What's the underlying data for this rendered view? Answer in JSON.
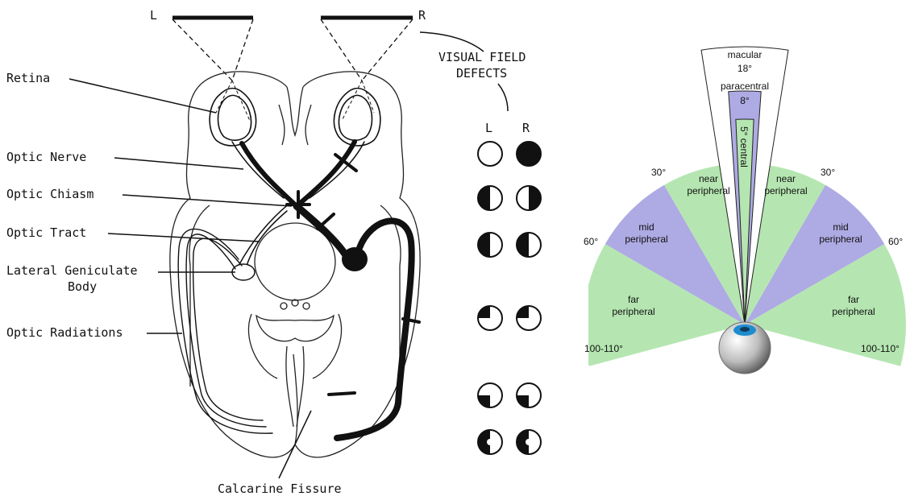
{
  "left_diagram": {
    "eye_labels": {
      "left": "L",
      "right": "R"
    },
    "anatomy_labels": {
      "retina": "Retina",
      "optic_nerve": "Optic Nerve",
      "optic_chiasm": "Optic Chiasm",
      "optic_tract": "Optic Tract",
      "lgb_line1": "Lateral Geniculate",
      "lgb_line2": "Body",
      "optic_radiations": "Optic Radiations",
      "calcarine_fissure": "Calcarine Fissure"
    },
    "defects": {
      "title_line1": "VISUAL FIELD",
      "title_line2": "DEFECTS",
      "col_left": "L",
      "col_right": "R",
      "rows": [
        {
          "left": "none",
          "right": "full"
        },
        {
          "left": "left-half",
          "right": "right-half"
        },
        {
          "left": "left-half",
          "right": "left-half"
        },
        {
          "left": "upper-left-quadrant",
          "right": "upper-left-quadrant"
        },
        {
          "left": "lower-left-quadrant",
          "right": "lower-left-quadrant"
        },
        {
          "left": "left-half-center-sparing",
          "right": "left-half-center-sparing"
        }
      ]
    }
  },
  "right_diagram": {
    "colors": {
      "green": "#b5e6b1",
      "purple": "#aeaae3",
      "iris": "#1e8ccf"
    },
    "macular": "macular",
    "macular_deg": "18°",
    "paracentral": "paracentral",
    "paracentral_deg": "8°",
    "central": "5° central",
    "near": "near",
    "peripheral": "peripheral",
    "mid": "mid",
    "far": "far",
    "deg_30": "30°",
    "deg_60_left": "60°",
    "deg_60_right": "60°",
    "deg_100_left": "100-110°",
    "deg_100_right": "100-110°"
  }
}
